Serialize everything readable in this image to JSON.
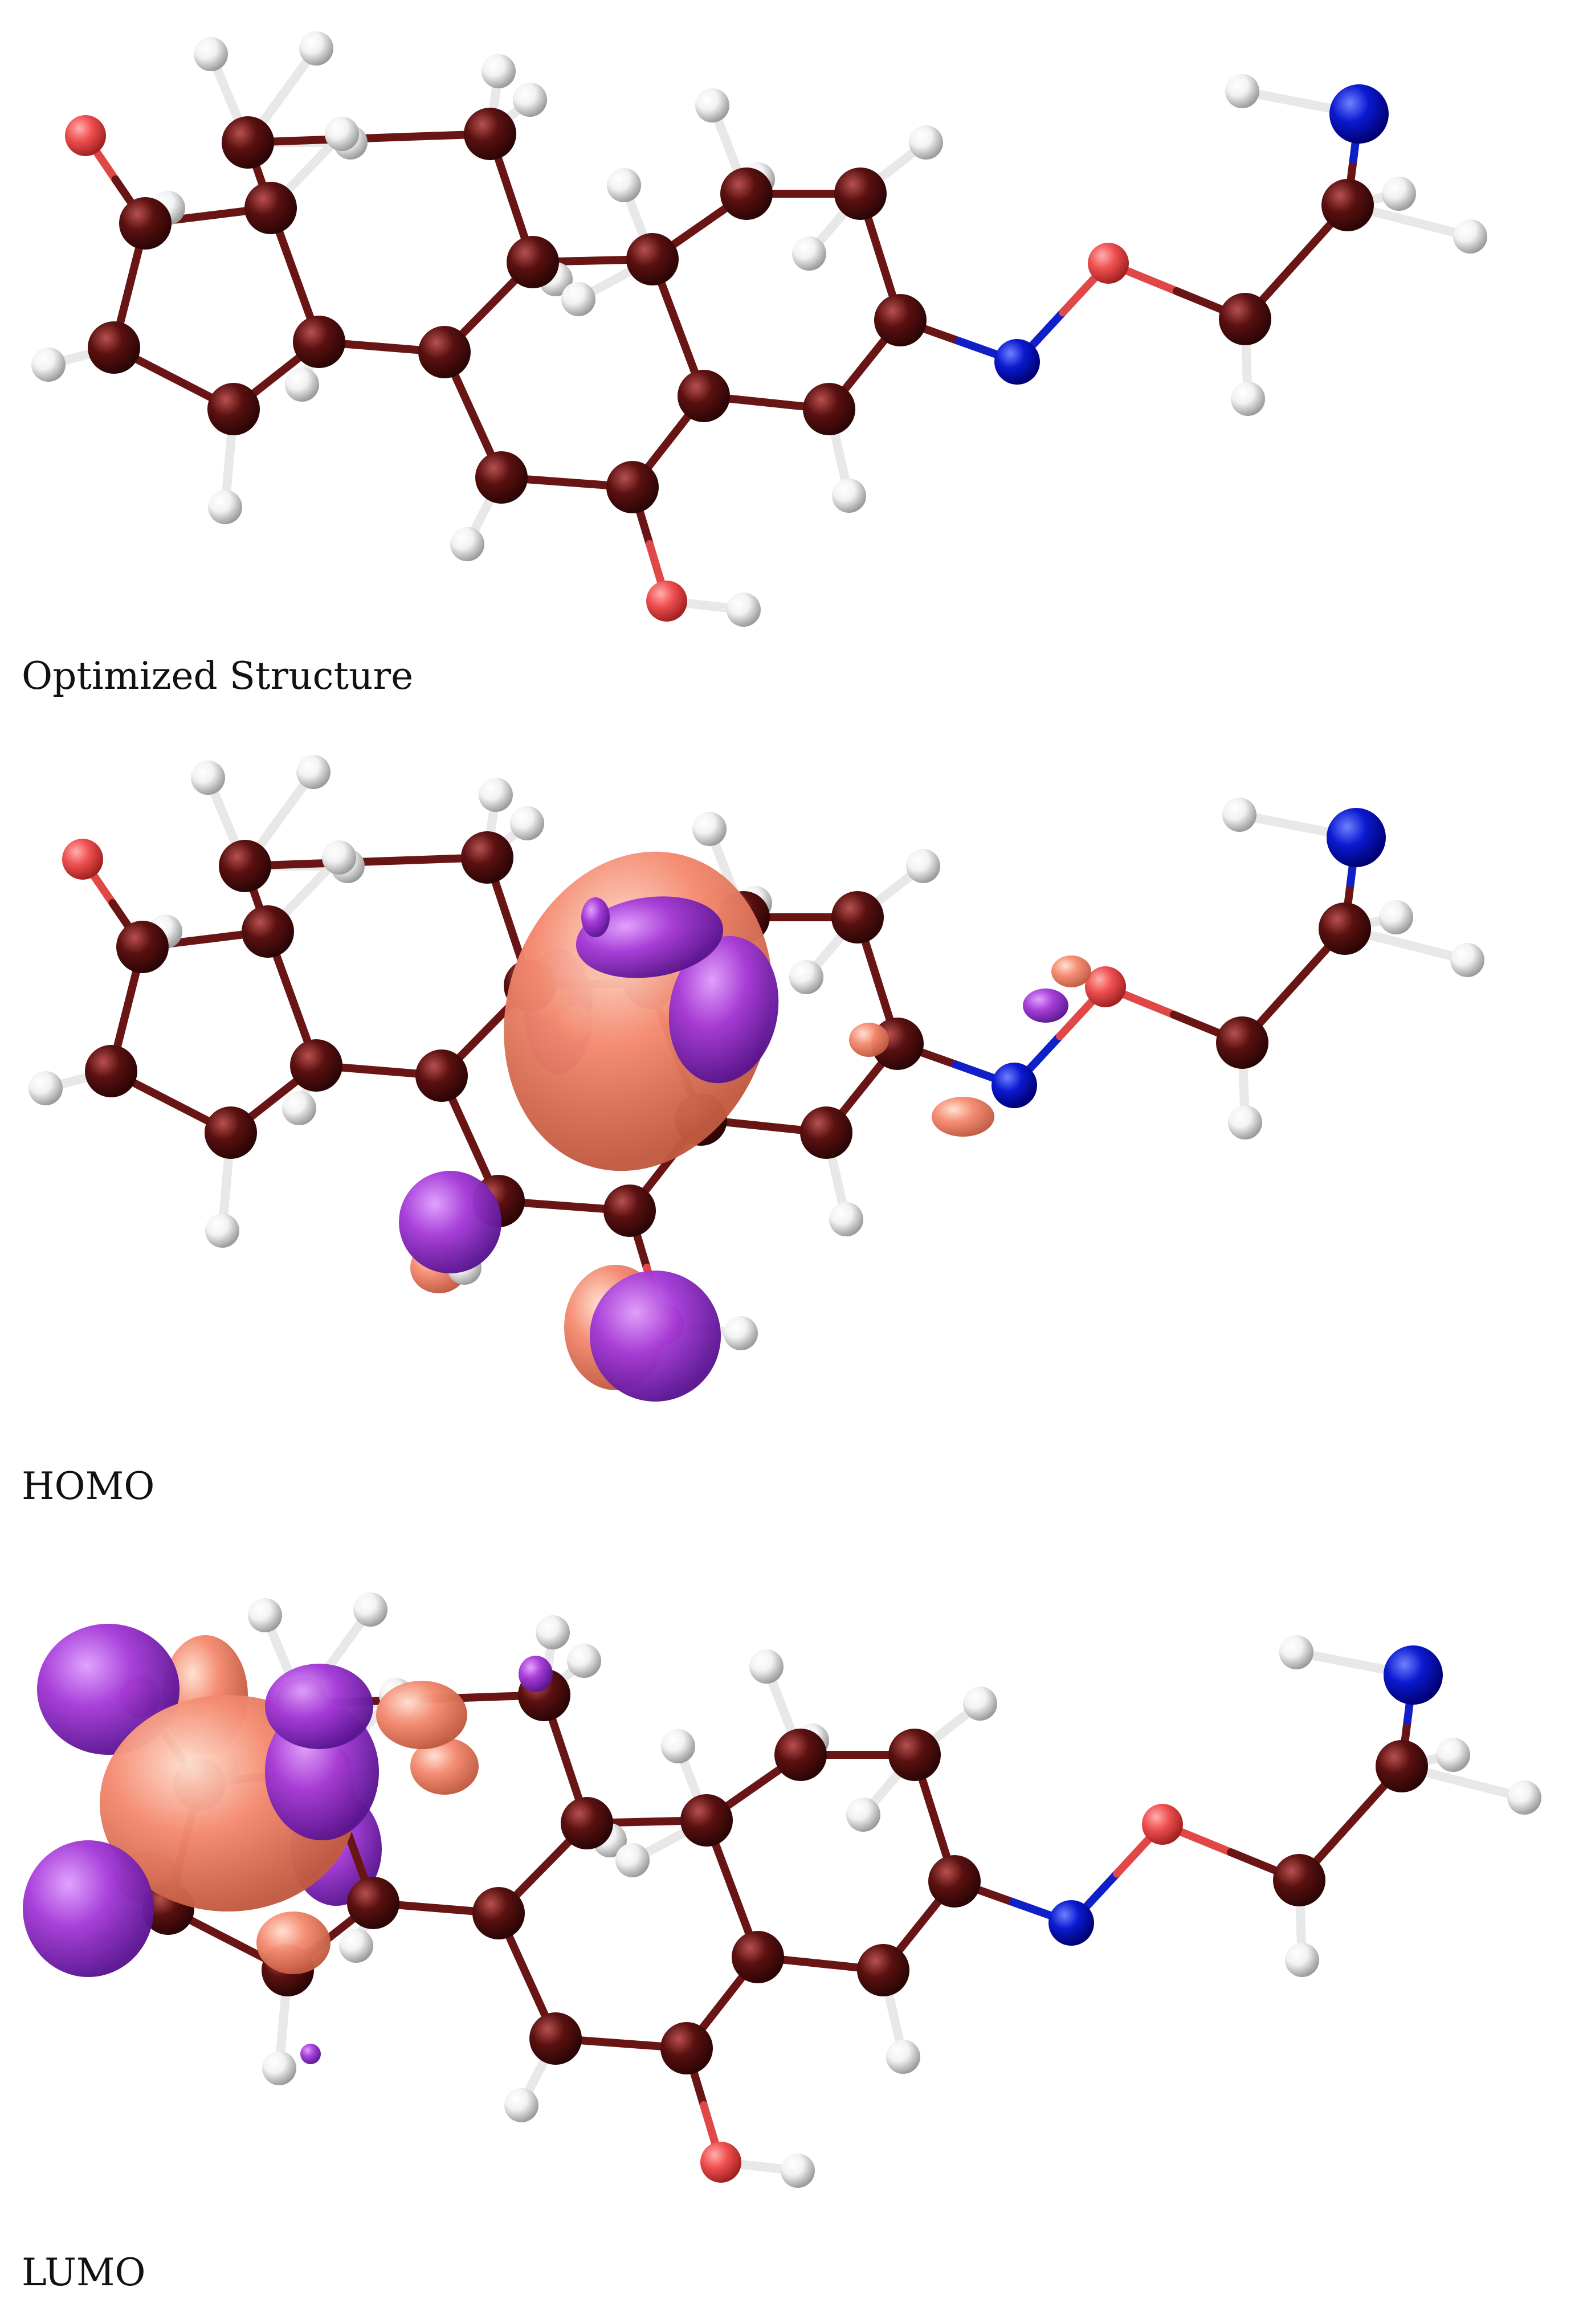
{
  "panels": [
    {
      "caption": "Optimized Structure"
    },
    {
      "caption": "HOMO"
    },
    {
      "caption": "LUMO"
    }
  ],
  "colors": {
    "carbon": "#5a1010",
    "hydrogen": "#f2f2f2",
    "oxygen": "#f05050",
    "nitrogen": "#0a1ad0",
    "lobe_positive": "#f48a70",
    "lobe_negative": "#a53ad8"
  },
  "icons": {
    "structure": "ball-and-stick-molecule",
    "homo": "orbital-isosurface-homo",
    "lumo": "orbital-isosurface-lumo"
  }
}
